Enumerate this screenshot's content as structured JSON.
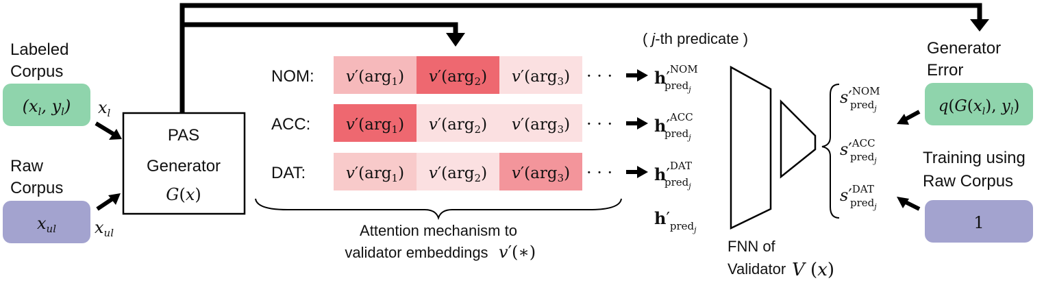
{
  "labeled": {
    "title_line1": "Labeled",
    "title_line2": "Corpus",
    "pill_text": "(x_l, y_l)",
    "arrow_label": "x_l",
    "color": "#8fd4ac"
  },
  "raw": {
    "title_line1": "Raw",
    "title_line2": "Corpus",
    "pill_text": "x_ul",
    "arrow_label": "x_ul",
    "color": "#a3a3cf"
  },
  "generator": {
    "line1": "PAS",
    "line2": "Generator",
    "line3": "G(x)"
  },
  "predicate_label": "( j-th predicate )",
  "attention": {
    "rows": [
      {
        "case": "NOM:",
        "cells": [
          "v′(arg₁)",
          "v′(arg₂)",
          "v′(arg₃)"
        ],
        "intensity": [
          "#f6b9bb",
          "#ee6870",
          "#fbe0e1"
        ],
        "output": "h′ NOM pred j"
      },
      {
        "case": "ACC:",
        "cells": [
          "v′(arg₁)",
          "v′(arg₂)",
          "v′(arg₃)"
        ],
        "intensity": [
          "#ee6870",
          "#fbe0e1",
          "#fbe0e1"
        ],
        "output": "h′ ACC pred j"
      },
      {
        "case": "DAT:",
        "cells": [
          "v′(arg₁)",
          "v′(arg₂)",
          "v′(arg₃)"
        ],
        "intensity": [
          "#f8caca",
          "#fbe0e1",
          "#f3959b"
        ],
        "output": "h′ DAT pred j"
      }
    ],
    "dots": "· · ·",
    "caption_line1": "Attention mechanism to",
    "caption_line2": "validator embeddings",
    "caption_math": "v′(∗)",
    "h_pred": "h′ pred j"
  },
  "validator": {
    "label_line1": "FNN of",
    "label_line2": "Validator",
    "label_math": "V(x)"
  },
  "scores": [
    "s′ NOM pred j",
    "s′ ACC pred j",
    "s′ DAT pred j"
  ],
  "generator_error": {
    "title_line1": "Generator",
    "title_line2": "Error",
    "pill_text": "q(G(x_l), y_l)",
    "color": "#8fd4ac"
  },
  "training": {
    "title_line1": "Training using",
    "title_line2": "Raw Corpus",
    "pill_text": "1",
    "color": "#a3a3cf"
  }
}
